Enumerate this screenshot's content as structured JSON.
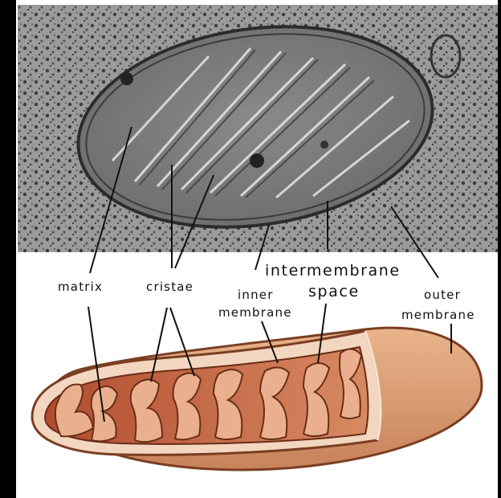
{
  "labels": {
    "matrix": "matrix",
    "cristae": "cristae",
    "inner_membrane_line1": "inner",
    "inner_membrane_line2": "membrane",
    "intermembrane_line1": "intermembrane",
    "intermembrane_line2": "space",
    "outer_membrane_line1": "outer",
    "outer_membrane_line2": "membrane"
  },
  "colors": {
    "frame": "#000000",
    "panel_background": "#ffffff",
    "micrograph_gray": "#8e8e8e",
    "micrograph_dark": "#3a3a3a",
    "outer_membrane_fill": "#dfa377",
    "inner_chamber": "#b9583a",
    "crista_fill": "#e8a27e"
  }
}
